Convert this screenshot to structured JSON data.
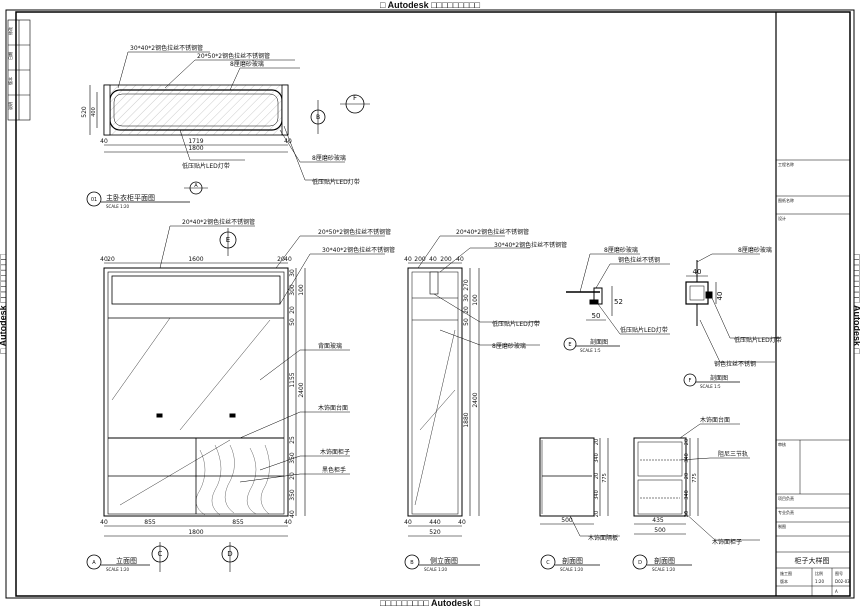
{
  "watermark": {
    "top": "□  Autodesk □□□□□□□□□",
    "bottom": "□□□□□□□□□ Autodesk □",
    "left": "□  Autodesk □□□□□□□□□",
    "right": "□□□□□□□□□ Autodesk □"
  },
  "plan": {
    "label_tube_30x40": "30*40*2钢色拉丝不锈钢管",
    "label_tube_20x50": "20*50*2钢色拉丝不锈钢管",
    "label_glass_top": "8厘磨砂玻璃",
    "label_glass_right": "8厘磨砂玻璃",
    "label_led_bottom": "低压贴片LED灯带",
    "label_led_right": "低压贴片LED灯带",
    "dim_520": "520",
    "dim_400": "400",
    "dim_40_left": "40",
    "dim_40_right": "40",
    "dim_1719": "1719",
    "dim_1800": "1800",
    "callout_b_letter": "B",
    "callout_f_letter": "F",
    "callout_a_letter": "A",
    "title_num": "01",
    "title": "主卧衣柜平面图",
    "scale": "SCALE 1:20"
  },
  "front": {
    "label_tube_20x40": "20*40*2钢色拉丝不锈钢管",
    "label_tube_20x50": "20*50*2钢色拉丝不锈钢管",
    "label_tube_30x40": "30*40*2钢色拉丝不锈钢管",
    "label_mirror": "背面玻璃",
    "label_shelf": "木饰面台面",
    "label_cabinet": "木饰面柜子",
    "label_handle": "黑色柜手",
    "top_dims": [
      "40",
      "20",
      "1600",
      "20",
      "40"
    ],
    "right_dims": [
      "30",
      "300",
      "100",
      "20",
      "50",
      "1155",
      "2400",
      "25",
      "350",
      "20",
      "350",
      "40"
    ],
    "bottom_dims": [
      "40",
      "855",
      "855",
      "40"
    ],
    "dim_1800": "1800",
    "callout_e_letter": "E",
    "callout_c_letter": "C",
    "callout_d_letter": "D",
    "title_num": "A",
    "title": "立面图",
    "scale": "SCALE 1:20"
  },
  "side": {
    "label_tube_20x40": "20*40*2钢色拉丝不锈钢管",
    "label_tube_30x40": "30*40*2钢色拉丝不锈钢管",
    "label_led": "低压贴片LED灯带",
    "label_glass": "8厘磨砂玻璃",
    "top_dims": [
      "40",
      "200",
      "40",
      "200",
      "40"
    ],
    "right_dims": [
      "270",
      "30",
      "100",
      "20",
      "50",
      "1880",
      "2400"
    ],
    "bottom_dims": [
      "40",
      "440",
      "40"
    ],
    "dim_520": "520",
    "title_num": "B",
    "title": "侧立面图",
    "scale": "SCALE 1:20"
  },
  "cabinet_section": {
    "label_panel": "木饰面隔板",
    "dims": [
      "20",
      "340",
      "20",
      "340",
      "20",
      "775"
    ],
    "dim_500": "500",
    "title_num": "C",
    "title": "剖面图",
    "scale": "SCALE 1:20"
  },
  "cabinet_section2": {
    "label_top": "木饰面台面",
    "label_rail": "阻尼三节轨",
    "label_door": "木饰面柜子",
    "dims": [
      "20",
      "340",
      "20",
      "340",
      "20",
      "775"
    ],
    "dim_435": "435",
    "dim_500": "500",
    "title_num": "D",
    "title": "剖面图",
    "scale": "SCALE 1:20"
  },
  "detail_e": {
    "label_glass": "8厘磨砂玻璃",
    "label_steel": "钢色拉丝不锈钢",
    "label_led": "低压贴片LED灯带",
    "dim_52": "52",
    "dim_50": "50",
    "title_num": "E",
    "title": "剖面图",
    "scale": "SCALE 1:5"
  },
  "detail_f": {
    "label_glass": "8厘磨砂玻璃",
    "label_led": "低压贴片LED灯带",
    "label_steel": "钢色拉丝不锈钢",
    "dim_40_top": "40",
    "dim_40_side": "40",
    "title_num": "F",
    "title": "剖面图",
    "scale": "SCALE 1:5"
  },
  "titleblock": {
    "sheet_title": "柜子大样图",
    "row_labels": [
      "工程名称",
      "图纸名称",
      "设计",
      "审核",
      "项目负责",
      "专业负责",
      "制图"
    ],
    "small_left": [
      "修改",
      "日期",
      "版本",
      "说明"
    ],
    "bottom_labels": [
      "施工图",
      "比例",
      "图号",
      "版本"
    ],
    "bottom_values": [
      "1:20",
      "D02-03",
      "A"
    ]
  }
}
